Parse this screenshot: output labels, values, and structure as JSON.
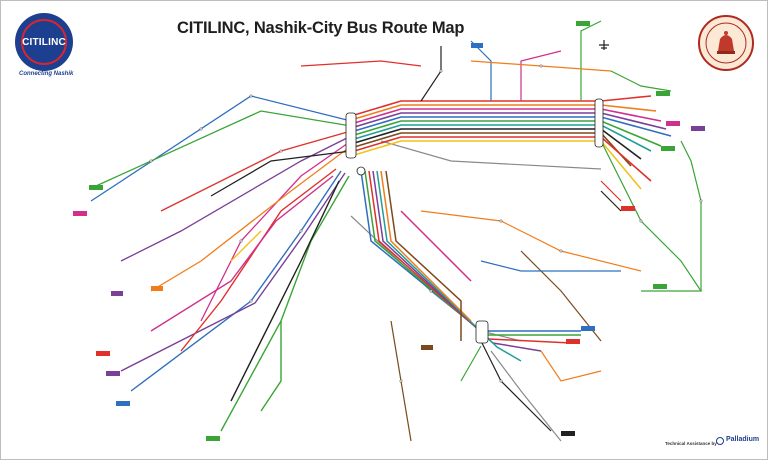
{
  "header": {
    "title": "CITILINC, Nashik-City Bus Route Map",
    "logo_text": "CITILINC",
    "tagline": "Connecting Nashik"
  },
  "footer": {
    "consultancy_label": "Technical Assistance by",
    "brand": "Palladium"
  },
  "colors": {
    "brand_blue": "#1d3f8f",
    "brand_red": "#d8262f",
    "route_orange": "#f07d1a",
    "route_red": "#e0302a",
    "route_green": "#3aa536",
    "route_blue": "#2f6fc0",
    "route_purple": "#7a3f97",
    "route_magenta": "#d0308c",
    "route_brown": "#7a4a1c",
    "route_teal": "#1f9e9a",
    "route_yellow": "#f2c21a",
    "route_grey": "#8a8a8a",
    "route_black": "#222222"
  },
  "icons": [
    "citilinc-logo",
    "municipal-seal",
    "airport-icon",
    "palladium-logo"
  ]
}
